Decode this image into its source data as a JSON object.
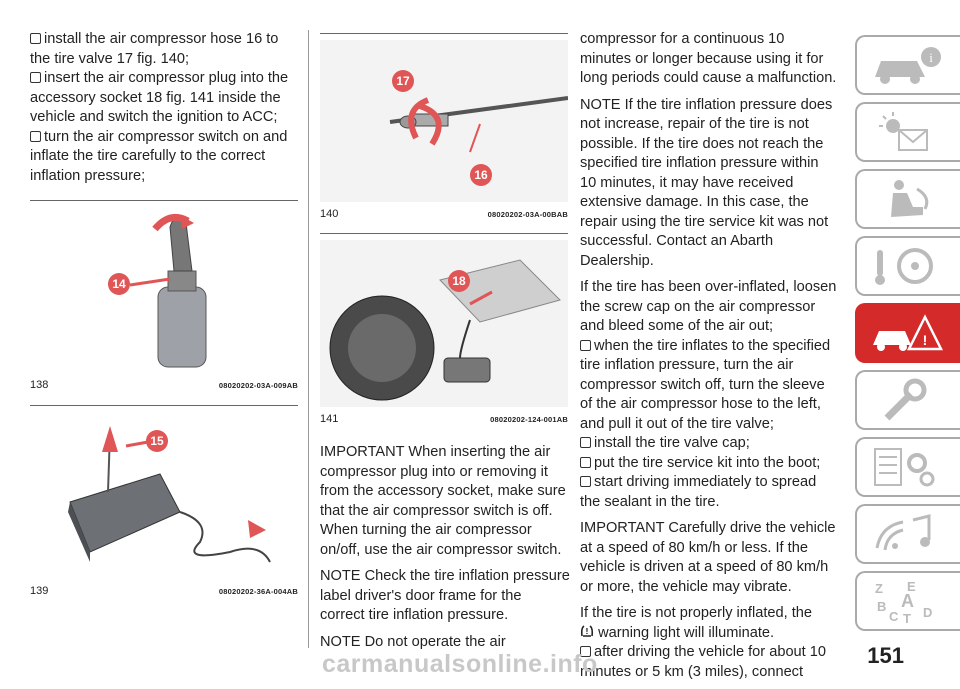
{
  "col1": {
    "steps": [
      "install the air compressor hose 16 to the tire valve 17 fig. 140;",
      "insert the air compressor plug into the accessory socket 18 fig. 141 inside the vehicle and switch the ignition to ACC;",
      "turn the air compressor switch on and inflate the tire carefully to the correct inflation pressure;"
    ]
  },
  "figures": [
    {
      "num": "138",
      "code": "08020202-03A-009AB",
      "callout": "14"
    },
    {
      "num": "139",
      "code": "08020202-36A-004AB",
      "callout": "15"
    },
    {
      "num": "140",
      "code": "08020202-03A-00BAB",
      "callouts": [
        "17",
        "16"
      ]
    },
    {
      "num": "141",
      "code": "08020202-124-001AB",
      "callout": "18"
    }
  ],
  "col2": {
    "important": "IMPORTANT When inserting the air compressor plug into or removing it from the accessory socket, make sure that the air compressor switch is off. When turning the air compressor on/off, use the air compressor switch.",
    "note1": "NOTE Check the tire inflation pressure label driver's door frame for the correct tire inflation pressure.",
    "note2": "NOTE Do not operate the air"
  },
  "col3": {
    "p1": "compressor for a continuous 10 minutes or longer because using it for long periods could cause a malfunction.",
    "p2": "NOTE If the tire inflation pressure does not increase, repair of the tire is not possible. If the tire does not reach the specified tire inflation pressure within 10 minutes, it may have received extensive damage. In this case, the repair using the tire service kit was not successful. Contact an Abarth Dealership.",
    "p3": "If the tire has been over-inflated, loosen the screw cap on the air compressor and bleed some of the air out;",
    "steps": [
      "when the tire inflates to the specified tire inflation pressure, turn the air compressor switch off, turn the sleeve of the air compressor hose to the left, and pull it out of the tire valve;",
      "install the tire valve cap;",
      "put the tire service kit into the boot;",
      "start driving immediately to spread the sealant in the tire."
    ],
    "p4": "IMPORTANT Carefully drive the vehicle at a speed of 80 km/h or less. If the vehicle is driven at a speed of 80 km/h or more, the vehicle may vibrate.",
    "p5a": "If the tire is not properly inflated, the",
    "p5b": "warning light will illuminate.",
    "step_last": "after driving the vehicle for about 10 minutes or 5 km (3 miles), connect"
  },
  "page_number": "151",
  "watermark": "carmanualsonline.info",
  "tabs": [
    {
      "icon": "car-info-icon",
      "active": false
    },
    {
      "icon": "warning-lights-icon",
      "active": false
    },
    {
      "icon": "seat-safety-icon",
      "active": false
    },
    {
      "icon": "key-steering-icon",
      "active": false
    },
    {
      "icon": "emergency-car-icon",
      "active": true
    },
    {
      "icon": "wrench-icon",
      "active": false
    },
    {
      "icon": "specs-gears-icon",
      "active": false
    },
    {
      "icon": "multimedia-icon",
      "active": false
    },
    {
      "icon": "index-letters-icon",
      "active": false
    }
  ],
  "colors": {
    "accent": "#d42a2a",
    "arrow": "#e05555"
  }
}
